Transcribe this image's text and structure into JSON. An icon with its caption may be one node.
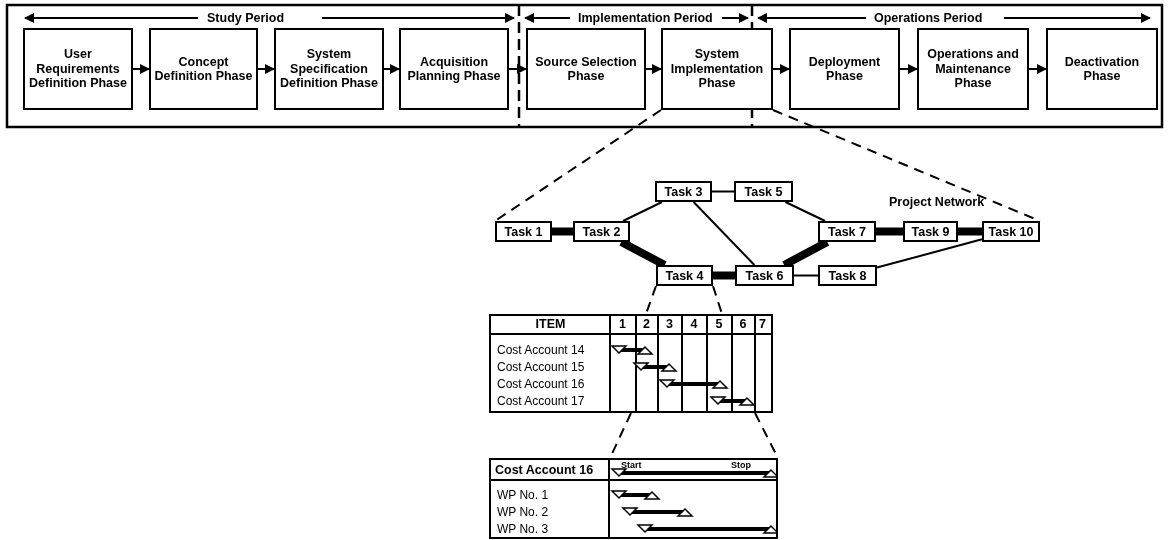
{
  "diagram": {
    "nodes": [
      {
        "text": [
          "User Requirements Definition Phase"
        ]
      },
      {
        "text": [
          "Concept Definition Phase"
        ]
      },
      {
        "text": [
          "System Specification Definition Phase"
        ]
      },
      {
        "text": [
          "Acquisition Planning Phase"
        ]
      },
      {
        "text": [
          "Source Selection Phase"
        ]
      },
      {
        "text": [
          "System Implementation Phase"
        ]
      },
      {
        "text": [
          "Deployment Phase"
        ]
      },
      {
        "text": [
          "Operations and Maintenance Phase"
        ]
      },
      {
        "text": [
          "Deactivation Phase"
        ]
      },
      {
        "text": [
          "Task 1"
        ]
      },
      {
        "text": [
          "Task 2"
        ]
      },
      {
        "text": [
          "Task 3"
        ]
      },
      {
        "text": [
          "Task 4"
        ]
      },
      {
        "text": [
          "Task 5"
        ]
      },
      {
        "text": [
          "Task 6"
        ]
      },
      {
        "text": [
          "Task 7"
        ]
      },
      {
        "text": [
          "Task 8"
        ]
      },
      {
        "text": [
          "Task 9"
        ]
      },
      {
        "text": [
          "Task 10"
        ]
      },
      {
        "text": [
          "ITEM",
          "1",
          "2",
          "3",
          "4",
          "5",
          "6",
          "7",
          "Cost Account 14",
          "Cost Account 15",
          "Cost Account 16",
          "Cost Account 17"
        ]
      },
      {
        "text": [
          "Cost Account 16",
          "Start",
          "Stop",
          "WP No. 1",
          "WP No. 2",
          "WP No. 3"
        ]
      }
    ],
    "edges": [
      {
        "from": 0,
        "to": 1,
        "arrow": "to"
      },
      {
        "from": 1,
        "to": 2,
        "arrow": "to"
      },
      {
        "from": 2,
        "to": 3,
        "arrow": "to"
      },
      {
        "from": 3,
        "to": 4,
        "arrow": "to"
      },
      {
        "from": 4,
        "to": 5,
        "arrow": "to"
      },
      {
        "from": 5,
        "to": 6,
        "arrow": "to"
      },
      {
        "from": 6,
        "to": 7,
        "arrow": "to"
      },
      {
        "from": 7,
        "to": 8,
        "arrow": "to"
      },
      {
        "from": 9,
        "to": 10,
        "arrow": "none",
        "style": "thick"
      },
      {
        "from": 10,
        "to": 11,
        "arrow": "none"
      },
      {
        "from": 10,
        "to": 12,
        "arrow": "none",
        "style": "thick"
      },
      {
        "from": 11,
        "to": 13,
        "arrow": "none"
      },
      {
        "from": 11,
        "to": 14,
        "arrow": "none"
      },
      {
        "from": 12,
        "to": 14,
        "arrow": "none",
        "style": "thick"
      },
      {
        "from": 13,
        "to": 15,
        "arrow": "none"
      },
      {
        "from": 14,
        "to": 15,
        "arrow": "none",
        "style": "thick"
      },
      {
        "from": 14,
        "to": 16,
        "arrow": "none"
      },
      {
        "from": 15,
        "to": 17,
        "arrow": "none",
        "style": "thick"
      },
      {
        "from": 17,
        "to": 18,
        "arrow": "none",
        "style": "thick"
      },
      {
        "from": 16,
        "to": 18,
        "arrow": "none"
      },
      {
        "from": 5,
        "to": 9,
        "arrow": "none",
        "style": "dashed"
      },
      {
        "from": 5,
        "to": 18,
        "arrow": "none",
        "style": "dashed"
      },
      {
        "from": 12,
        "to": 19,
        "arrow": "none",
        "style": "dashed"
      },
      {
        "from": 12,
        "to": 19,
        "arrow": "none",
        "style": "dashed"
      },
      {
        "from": 19,
        "to": 20,
        "arrow": "none",
        "style": "dashed"
      },
      {
        "from": 19,
        "to": 20,
        "arrow": "none",
        "style": "dashed"
      }
    ],
    "labels": [
      "Study Period",
      "Implementation Period",
      "Operations Period",
      "Project Network"
    ]
  }
}
